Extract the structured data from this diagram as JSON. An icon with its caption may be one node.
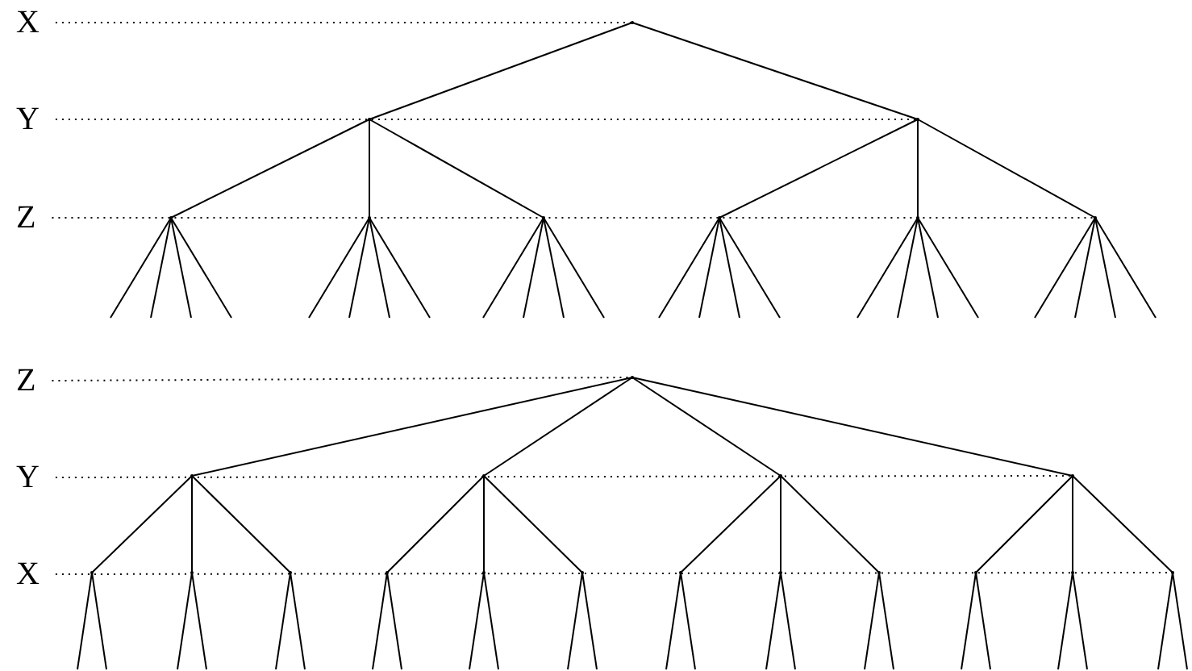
{
  "diagram": {
    "nodes": [
      {
        "text": [],
        "shape": "point"
      },
      {
        "text": [],
        "shape": "point"
      },
      {
        "text": [],
        "shape": "point"
      },
      {
        "text": [],
        "shape": "point"
      },
      {
        "text": [],
        "shape": "point"
      },
      {
        "text": [],
        "shape": "point"
      },
      {
        "text": [],
        "shape": "point"
      },
      {
        "text": [],
        "shape": "point"
      },
      {
        "text": [],
        "shape": "point"
      },
      {
        "text": [],
        "shape": "point"
      },
      {
        "text": [],
        "shape": "point"
      },
      {
        "text": [],
        "shape": "point"
      },
      {
        "text": [],
        "shape": "point"
      },
      {
        "text": [],
        "shape": "point"
      },
      {
        "text": [],
        "shape": "point"
      },
      {
        "text": [],
        "shape": "point"
      },
      {
        "text": [],
        "shape": "point"
      },
      {
        "text": [],
        "shape": "point"
      },
      {
        "text": [],
        "shape": "point"
      },
      {
        "text": [],
        "shape": "point"
      },
      {
        "text": [],
        "shape": "point"
      },
      {
        "text": [],
        "shape": "point"
      },
      {
        "text": [],
        "shape": "point"
      },
      {
        "text": [],
        "shape": "point"
      },
      {
        "text": [],
        "shape": "point"
      },
      {
        "text": [],
        "shape": "point"
      },
      {
        "text": [
          "X"
        ]
      },
      {
        "text": [
          "Y"
        ]
      },
      {
        "text": [
          "Z"
        ]
      },
      {
        "text": [
          "Z"
        ]
      },
      {
        "text": [
          "Y"
        ]
      },
      {
        "text": [
          "X"
        ]
      }
    ],
    "edges": [
      {
        "from": 0,
        "to": 1,
        "arrow": "none"
      },
      {
        "from": 0,
        "to": 2,
        "arrow": "none"
      },
      {
        "from": 1,
        "to": 3,
        "arrow": "none"
      },
      {
        "from": 1,
        "to": 4,
        "arrow": "none"
      },
      {
        "from": 1,
        "to": 5,
        "arrow": "none"
      },
      {
        "from": 2,
        "to": 6,
        "arrow": "none"
      },
      {
        "from": 2,
        "to": 7,
        "arrow": "none"
      },
      {
        "from": 2,
        "to": 8,
        "arrow": "none"
      },
      {
        "from": 3,
        "to": null,
        "arrow": "none"
      },
      {
        "from": 3,
        "to": null,
        "arrow": "none"
      },
      {
        "from": 3,
        "to": null,
        "arrow": "none"
      },
      {
        "from": 3,
        "to": null,
        "arrow": "none"
      },
      {
        "from": 4,
        "to": null,
        "arrow": "none"
      },
      {
        "from": 4,
        "to": null,
        "arrow": "none"
      },
      {
        "from": 4,
        "to": null,
        "arrow": "none"
      },
      {
        "from": 4,
        "to": null,
        "arrow": "none"
      },
      {
        "from": 5,
        "to": null,
        "arrow": "none"
      },
      {
        "from": 5,
        "to": null,
        "arrow": "none"
      },
      {
        "from": 5,
        "to": null,
        "arrow": "none"
      },
      {
        "from": 5,
        "to": null,
        "arrow": "none"
      },
      {
        "from": 6,
        "to": null,
        "arrow": "none"
      },
      {
        "from": 6,
        "to": null,
        "arrow": "none"
      },
      {
        "from": 6,
        "to": null,
        "arrow": "none"
      },
      {
        "from": 6,
        "to": null,
        "arrow": "none"
      },
      {
        "from": 7,
        "to": null,
        "arrow": "none"
      },
      {
        "from": 7,
        "to": null,
        "arrow": "none"
      },
      {
        "from": 7,
        "to": null,
        "arrow": "none"
      },
      {
        "from": 7,
        "to": null,
        "arrow": "none"
      },
      {
        "from": 8,
        "to": null,
        "arrow": "none"
      },
      {
        "from": 8,
        "to": null,
        "arrow": "none"
      },
      {
        "from": 8,
        "to": null,
        "arrow": "none"
      },
      {
        "from": 8,
        "to": null,
        "arrow": "none"
      },
      {
        "from": 9,
        "to": 10,
        "arrow": "none"
      },
      {
        "from": 9,
        "to": 11,
        "arrow": "none"
      },
      {
        "from": 9,
        "to": 12,
        "arrow": "none"
      },
      {
        "from": 9,
        "to": 13,
        "arrow": "none"
      },
      {
        "from": 10,
        "to": 14,
        "arrow": "none"
      },
      {
        "from": 10,
        "to": 15,
        "arrow": "none"
      },
      {
        "from": 10,
        "to": 16,
        "arrow": "none"
      },
      {
        "from": 11,
        "to": 17,
        "arrow": "none"
      },
      {
        "from": 11,
        "to": 18,
        "arrow": "none"
      },
      {
        "from": 11,
        "to": 19,
        "arrow": "none"
      },
      {
        "from": 12,
        "to": 20,
        "arrow": "none"
      },
      {
        "from": 12,
        "to": 21,
        "arrow": "none"
      },
      {
        "from": 12,
        "to": 22,
        "arrow": "none"
      },
      {
        "from": 13,
        "to": 23,
        "arrow": "none"
      },
      {
        "from": 13,
        "to": 24,
        "arrow": "none"
      },
      {
        "from": 13,
        "to": 25,
        "arrow": "none"
      },
      {
        "from": 14,
        "to": null,
        "arrow": "none"
      },
      {
        "from": 14,
        "to": null,
        "arrow": "none"
      },
      {
        "from": 15,
        "to": null,
        "arrow": "none"
      },
      {
        "from": 15,
        "to": null,
        "arrow": "none"
      },
      {
        "from": 16,
        "to": null,
        "arrow": "none"
      },
      {
        "from": 16,
        "to": null,
        "arrow": "none"
      },
      {
        "from": 17,
        "to": null,
        "arrow": "none"
      },
      {
        "from": 17,
        "to": null,
        "arrow": "none"
      },
      {
        "from": 18,
        "to": null,
        "arrow": "none"
      },
      {
        "from": 18,
        "to": null,
        "arrow": "none"
      },
      {
        "from": 19,
        "to": null,
        "arrow": "none"
      },
      {
        "from": 19,
        "to": null,
        "arrow": "none"
      },
      {
        "from": 20,
        "to": null,
        "arrow": "none"
      },
      {
        "from": 20,
        "to": null,
        "arrow": "none"
      },
      {
        "from": 21,
        "to": null,
        "arrow": "none"
      },
      {
        "from": 21,
        "to": null,
        "arrow": "none"
      },
      {
        "from": 22,
        "to": null,
        "arrow": "none"
      },
      {
        "from": 22,
        "to": null,
        "arrow": "none"
      },
      {
        "from": 23,
        "to": null,
        "arrow": "none"
      },
      {
        "from": 23,
        "to": null,
        "arrow": "none"
      },
      {
        "from": 24,
        "to": null,
        "arrow": "none"
      },
      {
        "from": 24,
        "to": null,
        "arrow": "none"
      },
      {
        "from": 25,
        "to": null,
        "arrow": "none"
      },
      {
        "from": 25,
        "to": null,
        "arrow": "none"
      },
      {
        "from": 26,
        "to": 0,
        "arrow": "none",
        "style": "dashed"
      },
      {
        "from": 27,
        "to": 2,
        "arrow": "none",
        "style": "dashed"
      },
      {
        "from": 28,
        "to": 8,
        "arrow": "none",
        "style": "dashed"
      },
      {
        "from": 29,
        "to": 9,
        "arrow": "none",
        "style": "dashed"
      },
      {
        "from": 30,
        "to": 13,
        "arrow": "none",
        "style": "dashed"
      },
      {
        "from": 31,
        "to": 25,
        "arrow": "none",
        "style": "dashed"
      }
    ]
  }
}
